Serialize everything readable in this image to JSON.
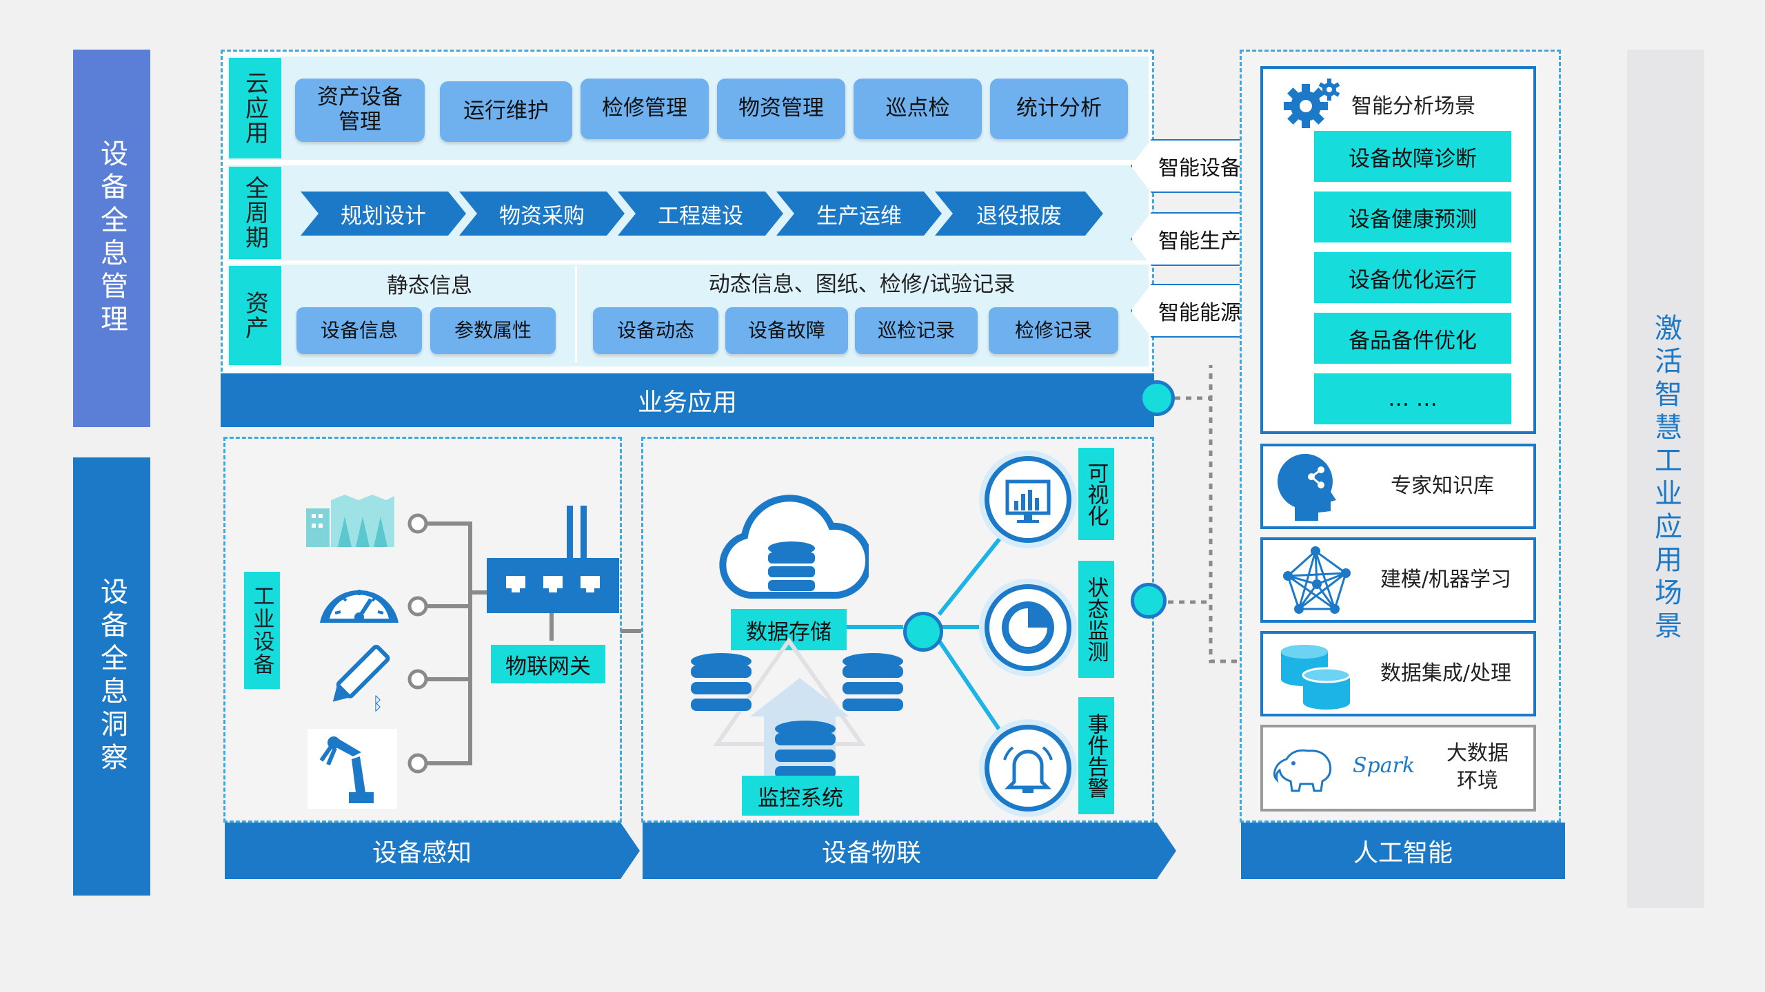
{
  "left_bars": {
    "top": "设备全息管理",
    "bottom": "设备全息洞察"
  },
  "right_bar": "激活智慧工业应用场景",
  "business_panel": {
    "row_cloud": {
      "label": "云应用",
      "items": [
        "资产设备管理",
        "运行维护",
        "检修管理",
        "物资管理",
        "巡点检",
        "统计分析"
      ]
    },
    "row_lifecycle": {
      "label": "全周期",
      "steps": [
        "规划设计",
        "物资采购",
        "工程建设",
        "生产运维",
        "退役报废"
      ]
    },
    "row_asset": {
      "label": "资产",
      "static_title": "静态信息",
      "static_items": [
        "设备信息",
        "参数属性"
      ],
      "dynamic_title": "动态信息、图纸、检修/试验记录",
      "dynamic_items": [
        "设备动态",
        "设备故障",
        "巡检记录",
        "检修记录"
      ]
    },
    "footer": "业务应用"
  },
  "callouts": [
    "智能设备运维",
    "智能生产运行",
    "智能能源管理"
  ],
  "sensing_panel": {
    "label": "工业设备",
    "gateway": "物联网关",
    "footer": "设备感知",
    "icons": [
      "factory-icon",
      "gauge-icon",
      "bluetooth-pen-icon",
      "robot-arm-icon",
      "router-icon"
    ]
  },
  "iot_panel": {
    "storage": "数据存储",
    "monitor": "监控系统",
    "outputs": [
      "可视化",
      "状态监测",
      "事件告警"
    ],
    "footer": "设备物联",
    "icons": [
      "cloud-database-icon",
      "chart-icon",
      "clock-icon",
      "bell-icon"
    ]
  },
  "ai_panel": {
    "scene_title": "智能分析场景",
    "scenes": [
      "设备故障诊断",
      "设备健康预测",
      "设备优化运行",
      "备品备件优化",
      "… …"
    ],
    "modules": [
      "专家知识库",
      "建模/机器学习",
      "数据集成/处理",
      "大数据环境"
    ],
    "spark_label": "Spark",
    "footer": "人工智能",
    "icons": [
      "gear-icon",
      "head-icon",
      "network-icon",
      "database-icon",
      "hadoop-icon"
    ]
  },
  "colors": {
    "primary_blue": "#1c79c7",
    "light_blue": "#6fb1ef",
    "cyan": "#17dcdc",
    "sidebar_blue": "#5b7fd6"
  }
}
